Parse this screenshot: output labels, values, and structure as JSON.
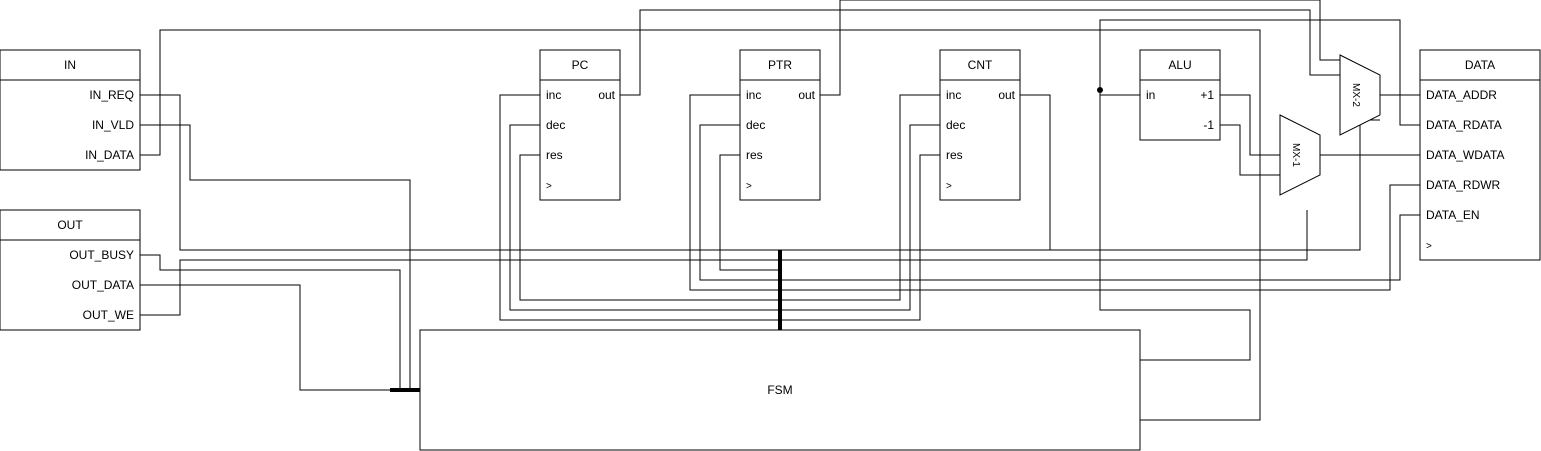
{
  "blocks": {
    "in": {
      "title": "IN",
      "ports": [
        "IN_REQ",
        "IN_VLD",
        "IN_DATA"
      ]
    },
    "out": {
      "title": "OUT",
      "ports": [
        "OUT_BUSY",
        "OUT_DATA",
        "OUT_WE"
      ]
    },
    "pc": {
      "title": "PC",
      "in_ports": [
        "inc",
        "dec",
        "res",
        ">"
      ],
      "out_port": "out"
    },
    "ptr": {
      "title": "PTR",
      "in_ports": [
        "inc",
        "dec",
        "res",
        ">"
      ],
      "out_port": "out"
    },
    "cnt": {
      "title": "CNT",
      "in_ports": [
        "inc",
        "dec",
        "res",
        ">"
      ],
      "out_port": "out"
    },
    "alu": {
      "title": "ALU",
      "in_port": "in",
      "out_ports": [
        "+1",
        "-1"
      ]
    },
    "data": {
      "title": "DATA",
      "ports": [
        "DATA_ADDR",
        "DATA_RDATA",
        "DATA_WDATA",
        "DATA_RDWR",
        "DATA_EN",
        ">"
      ]
    },
    "fsm": {
      "title": "FSM"
    },
    "mx1": {
      "title": "MX-1"
    },
    "mx2": {
      "title": "MX-2"
    }
  }
}
